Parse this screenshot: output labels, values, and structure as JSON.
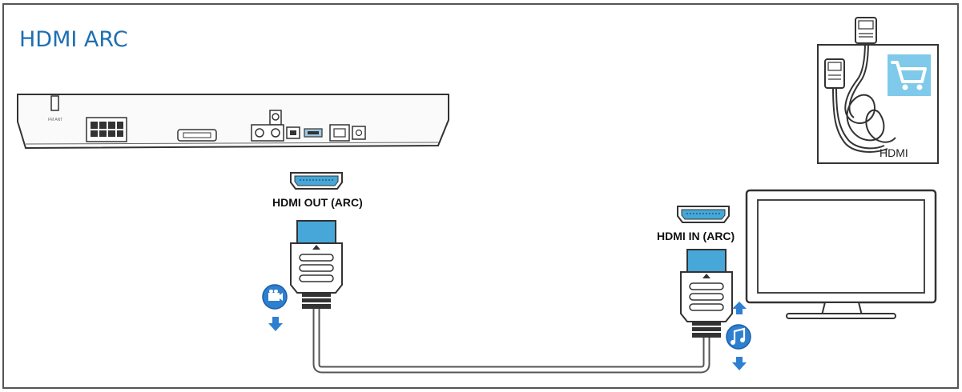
{
  "title": "HDMI ARC",
  "labels": {
    "hdmi_out": "HDMI OUT (ARC)",
    "hdmi_in": "HDMI IN (ARC)",
    "product_caption": "HDMI"
  },
  "colors": {
    "title_blue": "#1e6fb3",
    "icon_blue": "#2f7fd0",
    "connector_blue": "#46a7d8",
    "cart_bg": "#7fc9ea",
    "outline": "#333333"
  },
  "icons": [
    "video-signal-icon",
    "audio-signal-icon",
    "shopping-cart-icon",
    "arrow-down-icon",
    "arrow-up-icon"
  ]
}
